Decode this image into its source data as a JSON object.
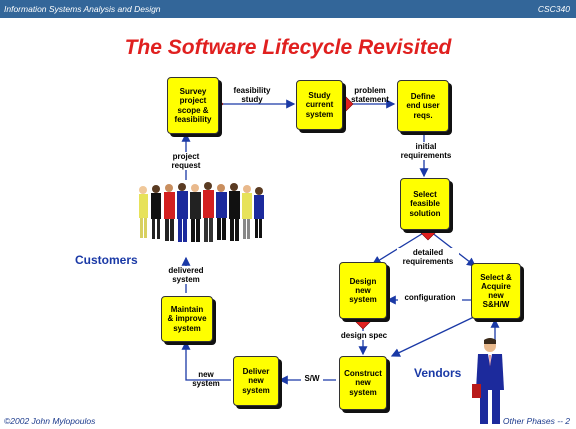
{
  "header": {
    "left": "Information Systems Analysis and Design",
    "right": "CSC340"
  },
  "footer": {
    "left": "©2002 John Mylopoulos",
    "right": "Other Phases -- 2"
  },
  "title": "The Software Lifecycle Revisited",
  "boxes": {
    "survey": "Survey\nproject\nscope &\nfeasibility",
    "study": "Study\ncurrent\nsystem",
    "define": "Define\nend user\nreqs.",
    "select_feasible": "Select\nfeasible\nsolution",
    "design": "Design\nnew\nsystem",
    "acquire": "Select &\nAcquire\nnew\nS&H/W",
    "maintain": "Maintain\n& improve\nsystem",
    "deliver": "Deliver\nnew\nsystem",
    "construct": "Construct\nnew\nsystem"
  },
  "labels": {
    "feasibility_study": "feasibility\nstudy",
    "problem_statement": "problem\nstatement",
    "initial_requirements": "initial\nrequirements",
    "detailed_requirements": "detailed\nrequirements",
    "configuration": "configuration",
    "design_spec": "design spec",
    "sw": "S/W",
    "new_system": "new\nsystem",
    "delivered_system": "delivered\nsystem",
    "project_request": "project\nrequest"
  },
  "actors": {
    "customers": "Customers",
    "vendors": "Vendors"
  },
  "colors": {
    "box": "#ffff00",
    "arrow": "#1a39a6",
    "diamond": "#e0201f",
    "title": "#e0201f",
    "header": "#336699"
  }
}
